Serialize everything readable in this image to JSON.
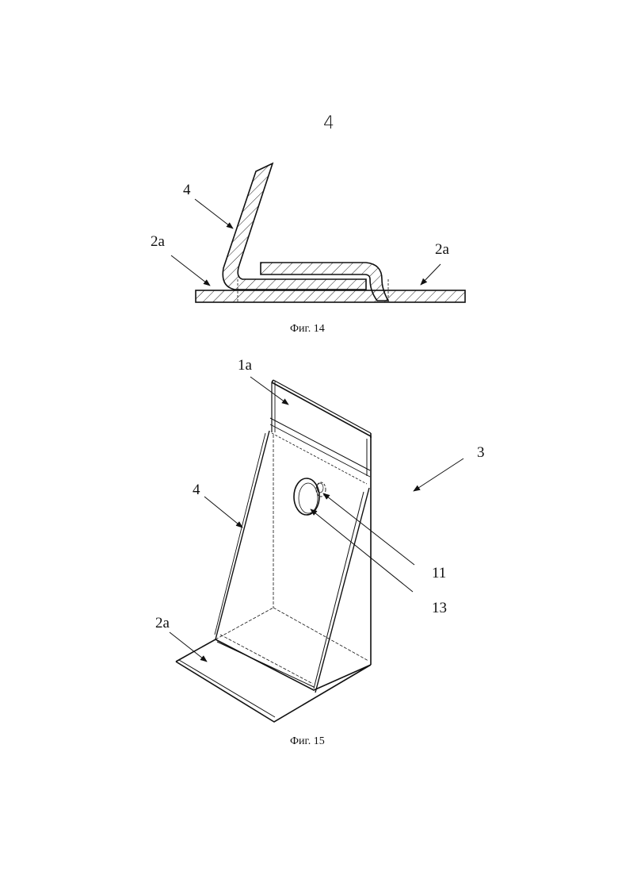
{
  "sheet": {
    "page_number": "4"
  },
  "figure14": {
    "caption": "Фиг. 14",
    "labels": {
      "part_4": "4",
      "part_2a_left": "2a",
      "part_2a_right": "2a"
    }
  },
  "figure15": {
    "caption": "Фиг. 15",
    "labels": {
      "part_1a": "1a",
      "part_3": "3",
      "part_4": "4",
      "part_11": "11",
      "part_13": "13",
      "part_2a": "2a"
    }
  }
}
